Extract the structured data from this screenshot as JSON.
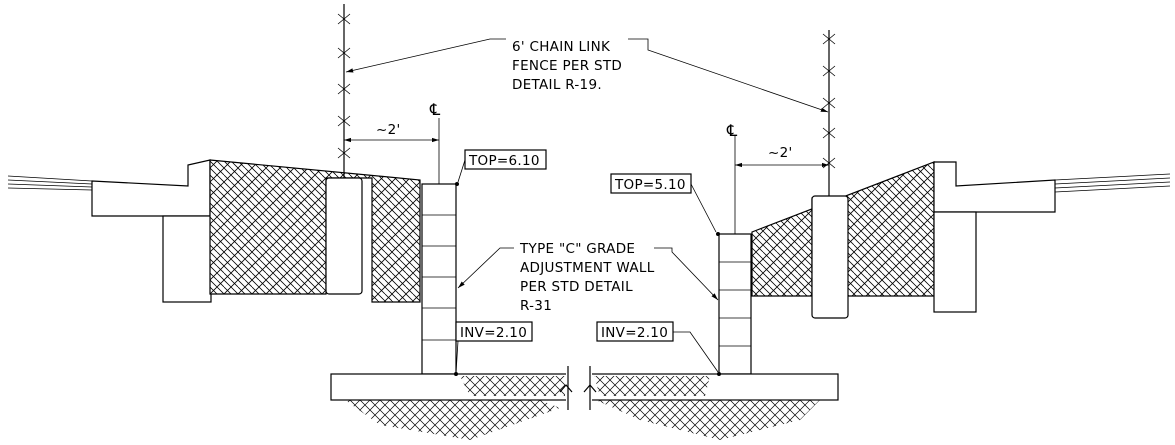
{
  "notes": {
    "fence": [
      "6' CHAIN LINK",
      "FENCE PER STD",
      "DETAIL R-19."
    ],
    "wall": [
      "TYPE \"C\" GRADE",
      "ADJUSTMENT WALL",
      "PER STD DETAIL",
      "R-31"
    ]
  },
  "elevations": {
    "left_top": "TOP=6.10",
    "right_top": "TOP=5.10",
    "left_inv": "INV=2.10",
    "right_inv": "INV=2.10"
  },
  "dimensions": {
    "left_offset": "~2'",
    "right_offset": "~2'"
  },
  "symbols": {
    "centerline_left": "℄",
    "centerline_right": "℄"
  }
}
